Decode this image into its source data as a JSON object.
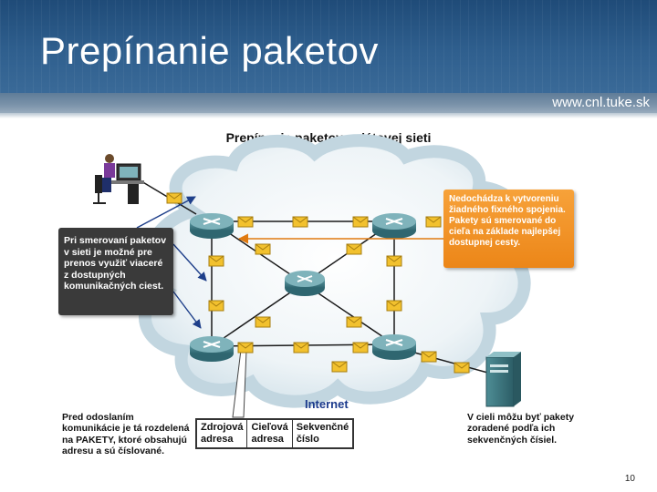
{
  "slide": {
    "title": "Prepínanie paketov",
    "website": "www.cnl.tuke.sk",
    "page_number": "10"
  },
  "diagram": {
    "title": "Prepínanie paketov v dátovej sieti",
    "internet_label": "Internet",
    "callouts": {
      "routing_paths": "Pri smerovaní paketov v sieti je možné pre prenos využiť viaceré z dostupných komunikačných ciest.",
      "no_fixed_connection": "Nedochádza k vytvoreniu žiadného fixného spojenia. Pakety sú smerované do cieľa na základe najlepšej dostupnej cesty.",
      "before_sending": "Pred odoslaním komunikácie je tá rozdelená na PAKETY, ktoré obsahujú adresu a sú číslované.",
      "at_destination": "V cieli môžu byť pakety zoradené podľa ich sekvenčných čísiel."
    },
    "packet_fields": [
      {
        "line1": "Zdrojová",
        "line2": "adresa"
      },
      {
        "line1": "Cieľová",
        "line2": "adresa"
      },
      {
        "line1": "Sekvenčné",
        "line2": "číslo"
      }
    ]
  },
  "colors": {
    "header": "#2f5f8e",
    "cloud": "#c6d9e3",
    "router": "#4f8a94",
    "envelope": "#f2c12e",
    "orange_note": "#ef8a1c",
    "dark_note": "#3a3a3a",
    "internet_text": "#1b3a8c"
  }
}
